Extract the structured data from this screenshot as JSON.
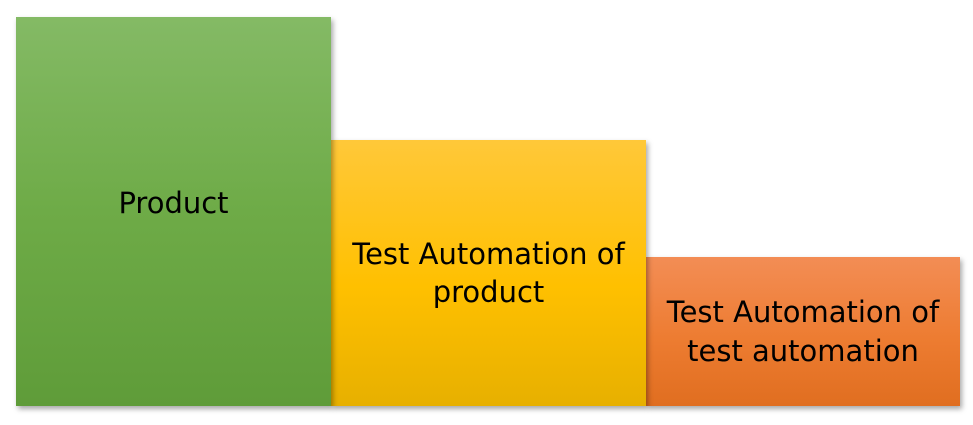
{
  "blocks": [
    {
      "label": "Product",
      "color": "#70ad47"
    },
    {
      "label": "Test Automation of product",
      "color": "#ffc000"
    },
    {
      "label": "Test Automation of test automation",
      "color": "#ed7d31"
    }
  ]
}
